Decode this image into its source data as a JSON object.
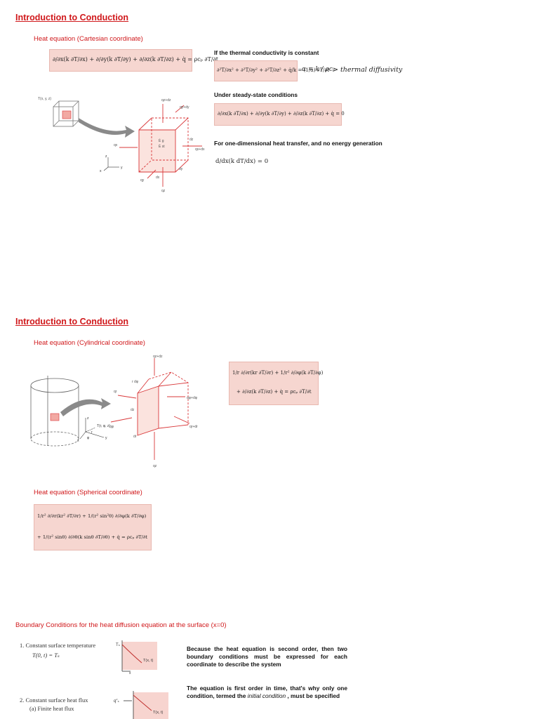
{
  "section1": {
    "title": "Introduction to Conduction",
    "subtitle": "Heat equation (Cartesian coordinate)",
    "eq_main": "∂/∂x(k ∂T/∂x) + ∂/∂y(k ∂T/∂y) + ∂/∂z(k ∂T/∂z) + q̇ = ρcₚ ∂T/∂t",
    "const_note": "If the thermal conductivity is constant",
    "eq_const": "∂²T/∂x² + ∂²T/∂y² + ∂²T/∂z² + q̇/k = (1/α) ∂T/∂t",
    "alpha_def": "α = k / ρcₚ",
    "alpha_arrow_text": "> thermal diffusivity",
    "steady_note": "Under steady-state conditions",
    "eq_steady": "∂/∂x(k ∂T/∂x) + ∂/∂y(k ∂T/∂y) + ∂/∂z(k ∂T/∂z) + q̇ = 0",
    "oned_note": "For one-dimensional heat transfer, and no energy generation",
    "eq_oned": "d/dx(k dT/dx) = 0",
    "figure_labels": [
      "T(x, y, z)",
      "qz+dz",
      "qy+dy",
      "qx",
      "qx+dx",
      "qy",
      "qz",
      "dz",
      "dy",
      "dx",
      "x",
      "y",
      "z",
      "Ė g",
      "Ė st"
    ]
  },
  "section2": {
    "title": "Introduction to Conduction",
    "subtitle_cyl": "Heat equation (Cylindrical coordinate)",
    "eq_cyl_line1": "1/r ∂/∂r(kr ∂T/∂r) + 1/r² ∂/∂φ(k ∂T/∂φ)",
    "eq_cyl_line2": "+ ∂/∂z(k ∂T/∂z) + q̇ = ρcₚ ∂T/∂t",
    "subtitle_sph": "Heat equation (Spherical coordinate)",
    "eq_sph_line1": "1/r² ∂/∂r(kr² ∂T/∂r) + 1/(r² sin²θ) ∂/∂φ(k ∂T/∂φ)",
    "eq_sph_line2": "+ 1/(r² sinθ) ∂/∂θ(k sinθ ∂T/∂θ) + q̇ = ρcₚ ∂T/∂t",
    "figure_labels": [
      "qz+dz",
      "qr",
      "qφ+dφ",
      "qr+dr",
      "qφ",
      "qz",
      "r dφ",
      "dr",
      "dz",
      "T(r, φ, z)",
      "r",
      "φ",
      "z",
      "y",
      "x"
    ]
  },
  "section3": {
    "title": "Boundary Conditions for the heat diffusion equation at the surface (x=0)",
    "item1_label": "1.   Constant surface temperature",
    "item1_eq": "T(0, t) = Tₛ",
    "item2_label": "2.   Constant surface heat flux",
    "item2_sub": "(a)  Finite heat flux",
    "fig1_labels": [
      "Tₛ",
      "T(x, t)",
      "x"
    ],
    "fig2_labels": [
      "q″ₛ",
      "T(x, t)"
    ],
    "para1": "Because the heat equation is second order, then two boundary conditions must be expressed for each coordinate to describe the system",
    "para2_before": "The equation is first order in time, that's why only one condition, termed the ",
    "para2_italic": "initial condition",
    "para2_after": " , must be specified"
  },
  "colors": {
    "accent": "#d0181b",
    "eq_box": "#f6d6d0",
    "figure_red": "#d9383a"
  }
}
